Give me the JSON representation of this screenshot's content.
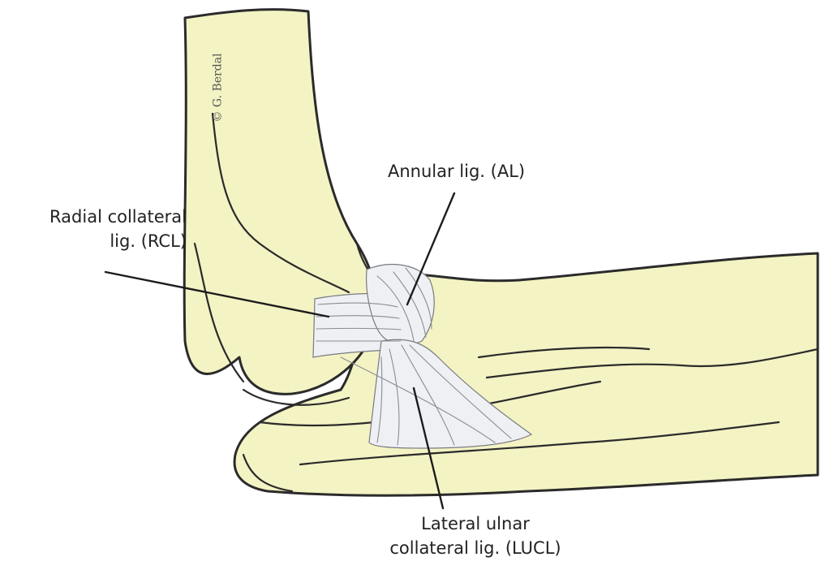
{
  "labels": {
    "annular": "Annular lig. (AL)",
    "radial_line1": "Radial collateral",
    "radial_line2": "lig. (RCL)",
    "lateral_line1": "Lateral ulnar",
    "lateral_line2": "collateral lig. (LUCL)"
  },
  "signature": "© G. Berdal",
  "colors": {
    "bone": "#f3f3c4",
    "ligament": "#eef0f4",
    "outline": "#2b2b2b"
  }
}
